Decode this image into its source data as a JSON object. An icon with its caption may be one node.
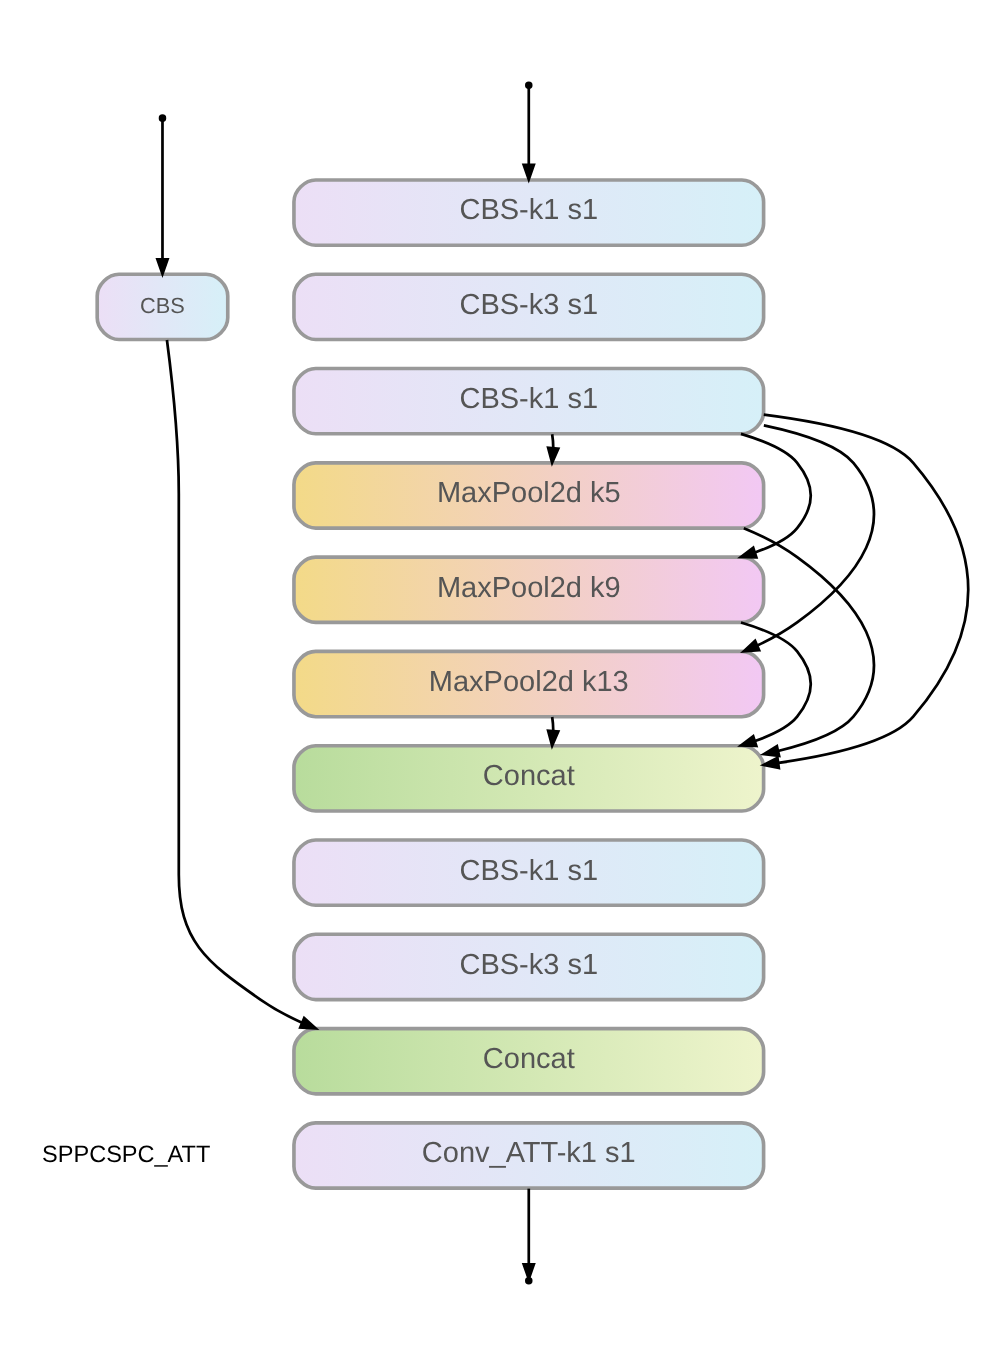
{
  "diagram": {
    "nodes": [
      {
        "text": [
          "CBS-k1 s1"
        ]
      },
      {
        "text": [
          "CBS"
        ]
      },
      {
        "text": [
          "CBS-k3 s1"
        ]
      },
      {
        "text": [
          "CBS-k1 s1"
        ]
      },
      {
        "text": [
          "MaxPool2d k5"
        ]
      },
      {
        "text": [
          "MaxPool2d k9"
        ]
      },
      {
        "text": [
          "MaxPool2d k13"
        ]
      },
      {
        "text": [
          "Concat"
        ]
      },
      {
        "text": [
          "CBS-k1 s1"
        ]
      },
      {
        "text": [
          "CBS-k3 s1"
        ]
      },
      {
        "text": [
          "Concat"
        ]
      },
      {
        "text": [
          "Conv_ATT-k1 s1"
        ]
      }
    ],
    "edges": [
      {
        "from": null,
        "to": 0,
        "arrow": "to"
      },
      {
        "from": null,
        "to": 1,
        "arrow": "to"
      },
      {
        "from": 3,
        "to": 4,
        "arrow": "to"
      },
      {
        "from": 3,
        "to": 5,
        "arrow": "to"
      },
      {
        "from": 3,
        "to": 6,
        "arrow": "to"
      },
      {
        "from": 3,
        "to": 7,
        "arrow": "to"
      },
      {
        "from": 4,
        "to": 7,
        "arrow": "to"
      },
      {
        "from": 5,
        "to": 7,
        "arrow": "to"
      },
      {
        "from": 6,
        "to": 7,
        "arrow": "to"
      },
      {
        "from": 1,
        "to": 10,
        "arrow": "to"
      },
      {
        "from": 11,
        "to": null,
        "arrow": "to"
      }
    ],
    "labels": [
      "SPPCSPC_ATT"
    ]
  }
}
